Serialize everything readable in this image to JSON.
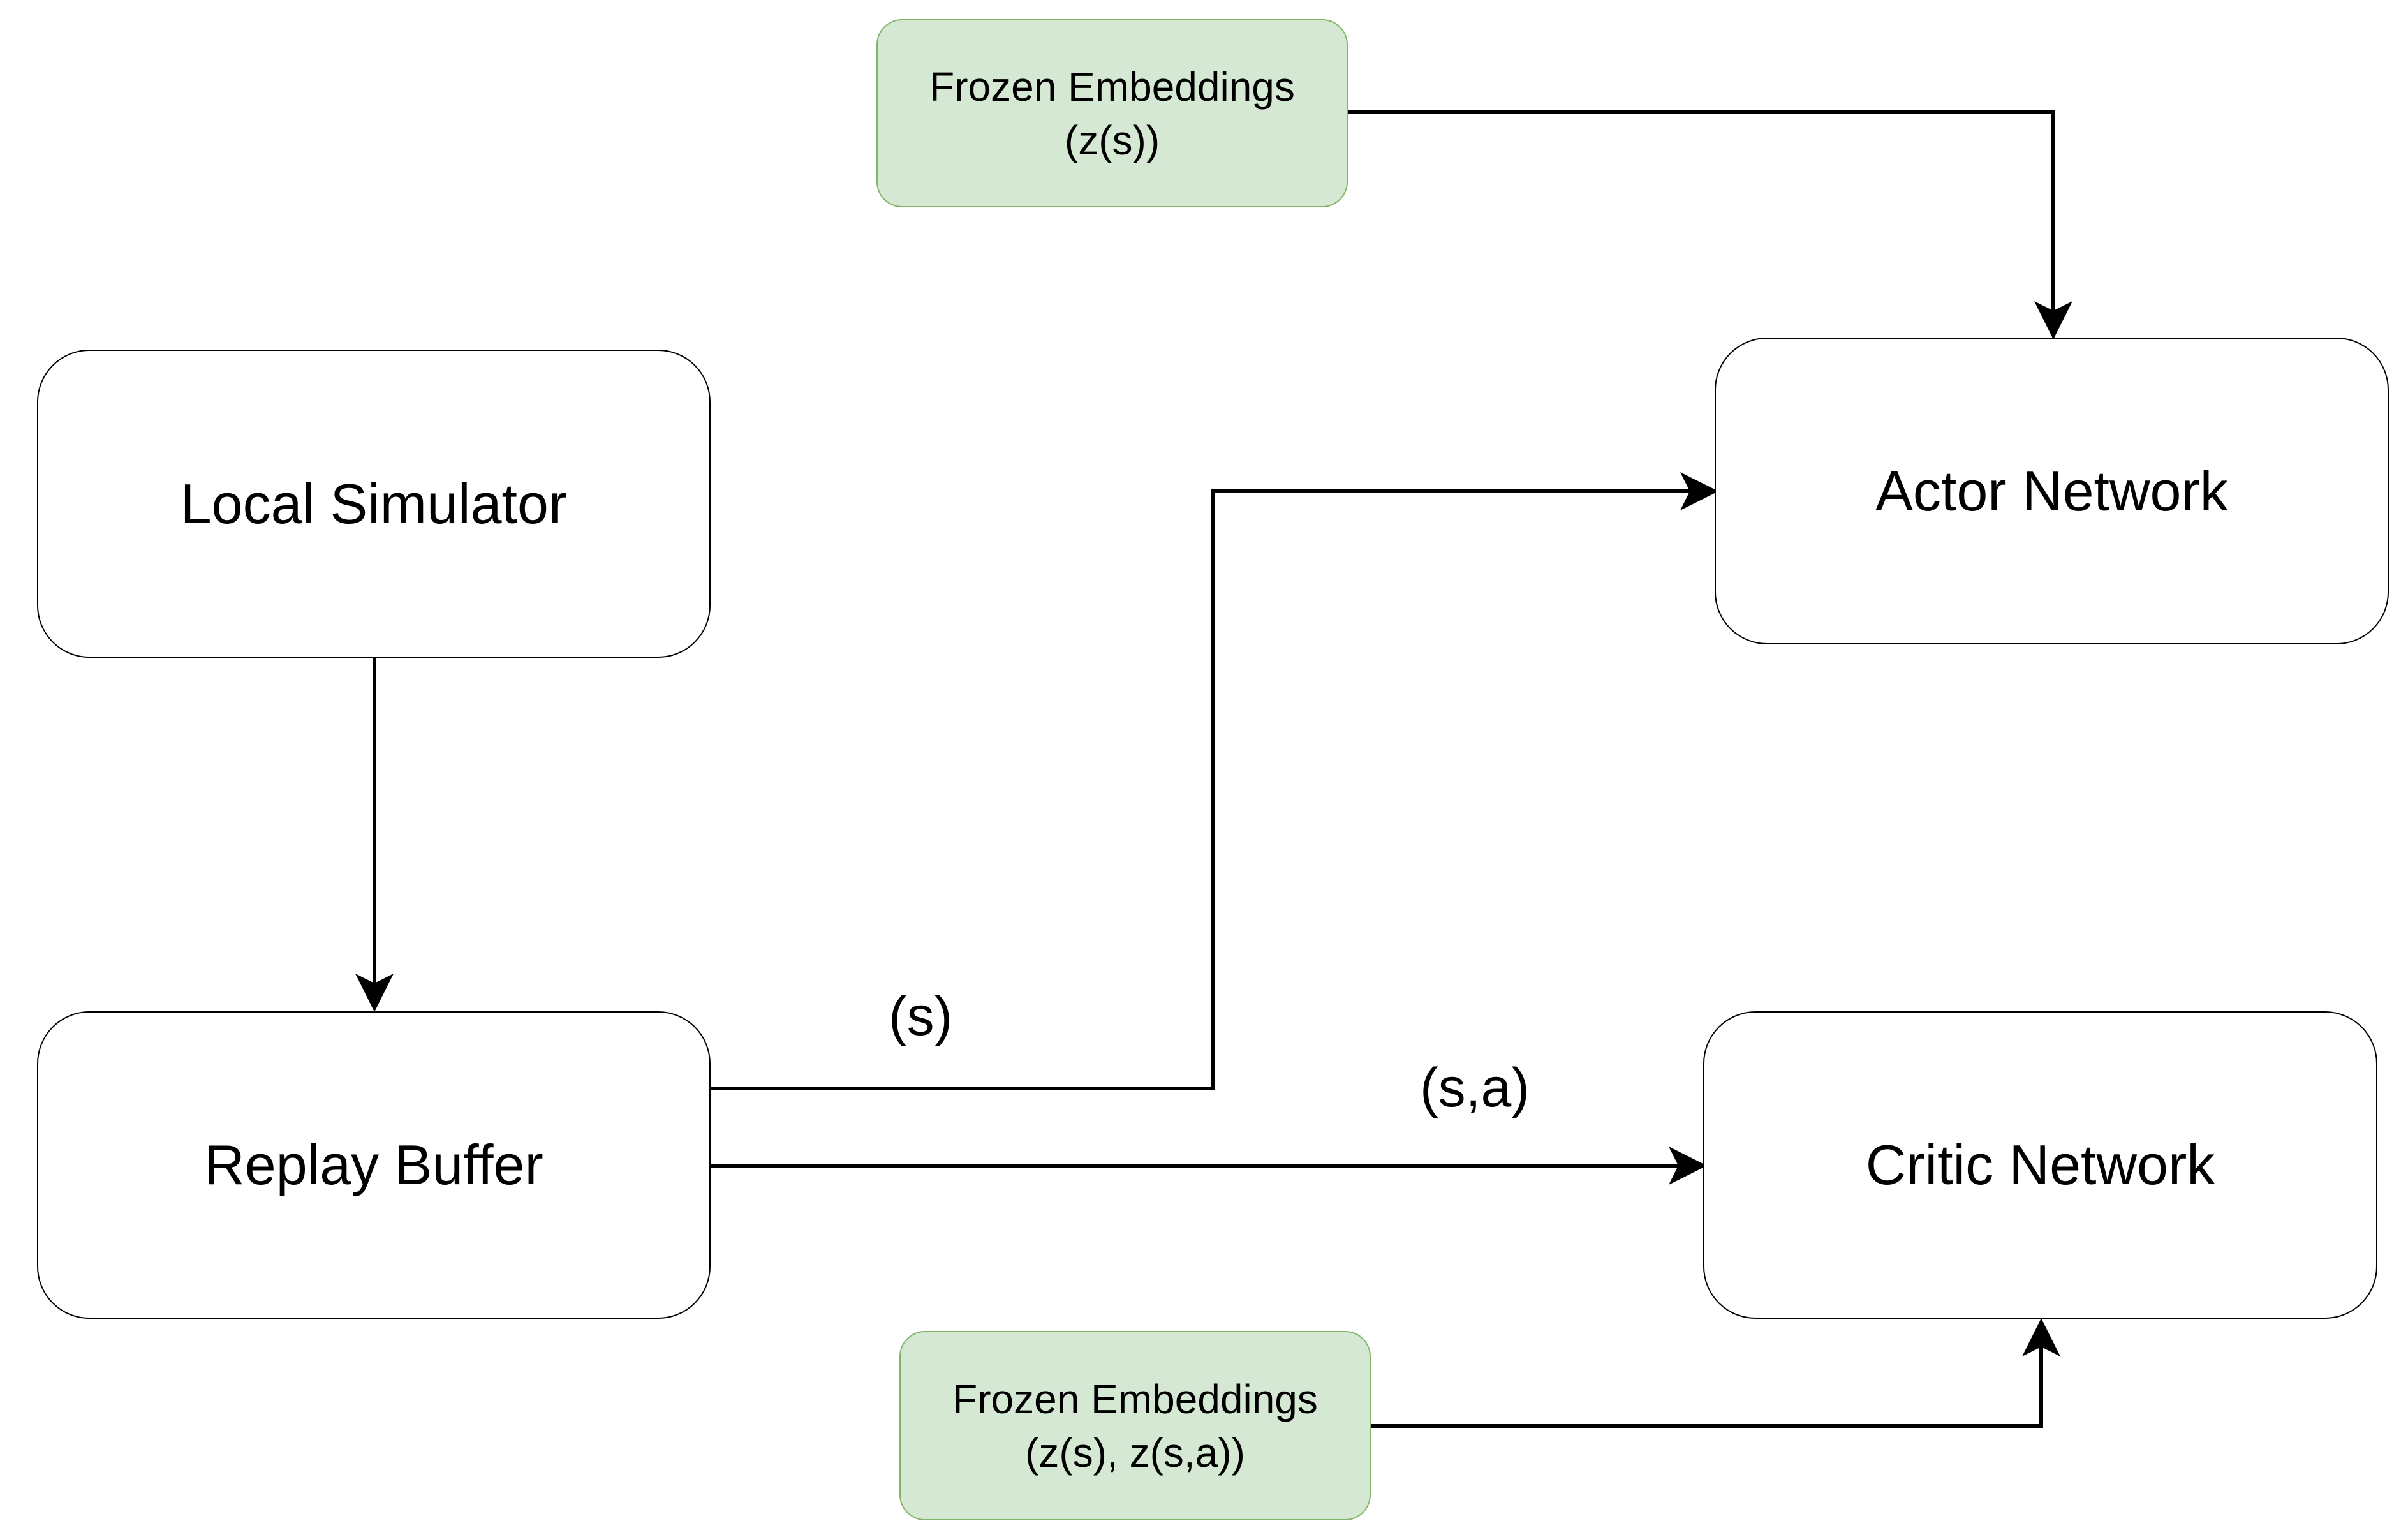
{
  "nodes": {
    "local_simulator": {
      "label": "Local Simulator"
    },
    "replay_buffer": {
      "label": "Replay Buffer"
    },
    "actor_network": {
      "label": "Actor Network"
    },
    "critic_network": {
      "label": "Critic Network"
    },
    "frozen_embeddings_actor": {
      "title": "Frozen Embeddings",
      "subtitle": "(z(s))"
    },
    "frozen_embeddings_critic": {
      "title": "Frozen Embeddings",
      "subtitle": "(z(s), z(s,a))"
    }
  },
  "edge_labels": {
    "state": "(s)",
    "state_action": "(s,a)"
  },
  "colors": {
    "embedding_fill": "#d5e8d4",
    "embedding_border": "#82b366",
    "box_border": "#000000",
    "arrow": "#000000"
  }
}
